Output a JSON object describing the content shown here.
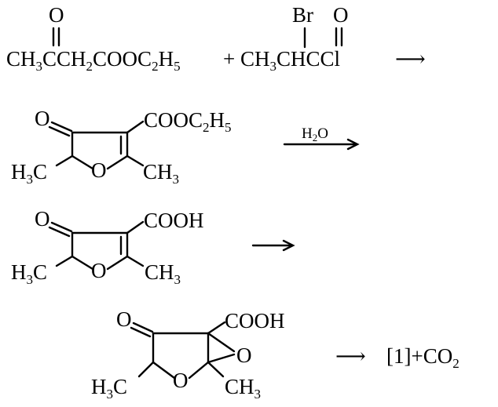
{
  "step1": {
    "substrate1": {
      "oxo": "O",
      "main": "CH",
      "s1": "3",
      "mid": "CCH",
      "s2": "2",
      "end": "COOC",
      "s3": "2",
      "tail": "H",
      "s4": "5"
    },
    "plus": "+",
    "substrate2": {
      "br": "Br",
      "oxo": "O",
      "main": "CH",
      "s1": "3",
      "end": "CHCCl"
    },
    "arrow": "⟶"
  },
  "step2": {
    "ring": {
      "oxo": "O",
      "ester": "COOC",
      "es": "2",
      "et": "H",
      "es2": "5",
      "o_ring": "O",
      "left_a": "H",
      "left_s": "3",
      "left_b": "C",
      "right_a": "CH",
      "right_s": "3"
    },
    "reagent": "H",
    "reagent_sub": "2",
    "reagent_end": "O",
    "arrow": "⟶"
  },
  "step3": {
    "ring": {
      "oxo": "O",
      "acid": "COOH",
      "o_ring": "O",
      "left_a": "H",
      "left_s": "3",
      "left_b": "C",
      "right_a": "CH",
      "right_s": "3"
    },
    "arrow": "⟶"
  },
  "step4": {
    "ring": {
      "oxo": "O",
      "acid": "COOH",
      "epox_o": "O",
      "o_ring": "O",
      "left_a": "H",
      "left_s": "3",
      "left_b": "C",
      "right_a": "CH",
      "right_s": "3"
    },
    "arrow": "⟶",
    "product": "[1]+CO",
    "product_sub": "2"
  }
}
